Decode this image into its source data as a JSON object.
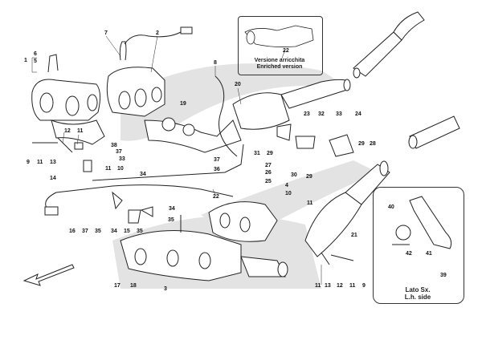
{
  "insets": {
    "enriched_version": {
      "line1": "Versione arricchita",
      "line2": "Enriched version"
    },
    "left_side": {
      "line1": "Lato Sx.",
      "line2": "L.h. side"
    }
  },
  "callouts": [
    {
      "label": "1"
    },
    {
      "label": "6"
    },
    {
      "label": "5"
    },
    {
      "label": "7"
    },
    {
      "label": "2"
    },
    {
      "label": "8"
    },
    {
      "label": "20"
    },
    {
      "label": "19"
    },
    {
      "label": "22"
    },
    {
      "label": "12"
    },
    {
      "label": "11"
    },
    {
      "label": "9"
    },
    {
      "label": "11"
    },
    {
      "label": "13"
    },
    {
      "label": "14"
    },
    {
      "label": "38"
    },
    {
      "label": "37"
    },
    {
      "label": "33"
    },
    {
      "label": "11"
    },
    {
      "label": "10"
    },
    {
      "label": "37"
    },
    {
      "label": "36"
    },
    {
      "label": "34"
    },
    {
      "label": "23"
    },
    {
      "label": "32"
    },
    {
      "label": "33"
    },
    {
      "label": "24"
    },
    {
      "label": "31"
    },
    {
      "label": "29"
    },
    {
      "label": "27"
    },
    {
      "label": "26"
    },
    {
      "label": "25"
    },
    {
      "label": "30"
    },
    {
      "label": "29"
    },
    {
      "label": "29"
    },
    {
      "label": "28"
    },
    {
      "label": "22"
    },
    {
      "label": "4"
    },
    {
      "label": "10"
    },
    {
      "label": "11"
    },
    {
      "label": "21"
    },
    {
      "label": "16"
    },
    {
      "label": "37"
    },
    {
      "label": "35"
    },
    {
      "label": "34"
    },
    {
      "label": "15"
    },
    {
      "label": "35"
    },
    {
      "label": "34"
    },
    {
      "label": "35"
    },
    {
      "label": "17"
    },
    {
      "label": "18"
    },
    {
      "label": "3"
    },
    {
      "label": "11"
    },
    {
      "label": "13"
    },
    {
      "label": "12"
    },
    {
      "label": "11"
    },
    {
      "label": "9"
    },
    {
      "label": "40"
    },
    {
      "label": "41"
    },
    {
      "label": "42"
    },
    {
      "label": "39"
    }
  ]
}
